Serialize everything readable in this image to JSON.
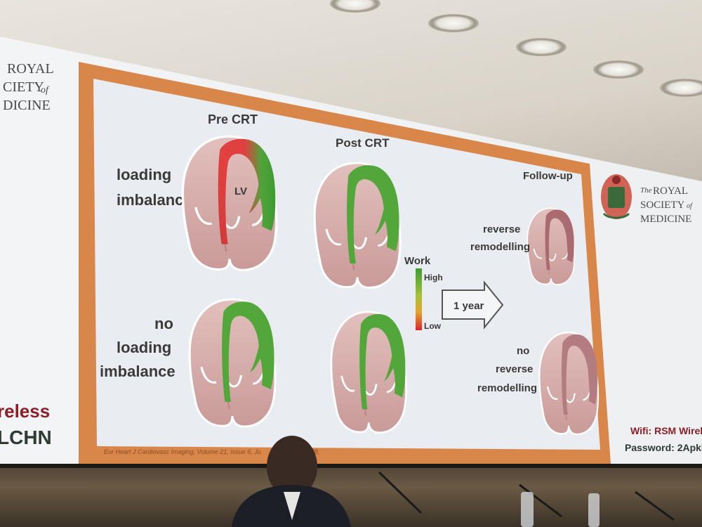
{
  "slide": {
    "panel_title_pre": "Pre CRT",
    "panel_title_post": "Post CRT",
    "panel_title_follow": "Follow-up",
    "row1_label_line1": "loading",
    "row1_label_line2": "imbalance",
    "row2_label_line1": "no",
    "row2_label_line2": "loading",
    "row2_label_line3": "imbalance",
    "lv_label": "LV",
    "work_label": "Work",
    "work_high": "High",
    "work_low": "Low",
    "arrow_label": "1 year",
    "follow1_line1": "reverse",
    "follow1_line2": "remodelling",
    "follow2_line1": "no",
    "follow2_line2": "reverse",
    "follow2_line3": "remodelling",
    "citation": "Eur Heart J Cardiovasc Imaging, Volume 21, Issue 6, Ju",
    "citation_tail": "619–628,"
  },
  "branding": {
    "logo_left_line1": "ROYAL",
    "logo_left_line2": "CIETY",
    "logo_left_of": "of",
    "logo_left_line3": "DICINE",
    "logo_right_the": "The",
    "logo_right_line1": "ROYAL",
    "logo_right_line2": "SOCIETY",
    "logo_right_of": "of",
    "logo_right_line3": "MEDICINE"
  },
  "wifi": {
    "left_line1": "reless",
    "left_line2": "LCHN",
    "right_line1": "Wifi: RSM Wirele",
    "right_line2": "Password: 2ApkL"
  },
  "colors": {
    "frame_orange": "#d8864a",
    "slide_bg": "#e8ecf1",
    "heart_fill": "#d9b0ae",
    "heart_outline": "#ffffff",
    "wall_green": "#52a63a",
    "wall_red": "#d63a3a",
    "wifi_red": "#8b1e28"
  }
}
